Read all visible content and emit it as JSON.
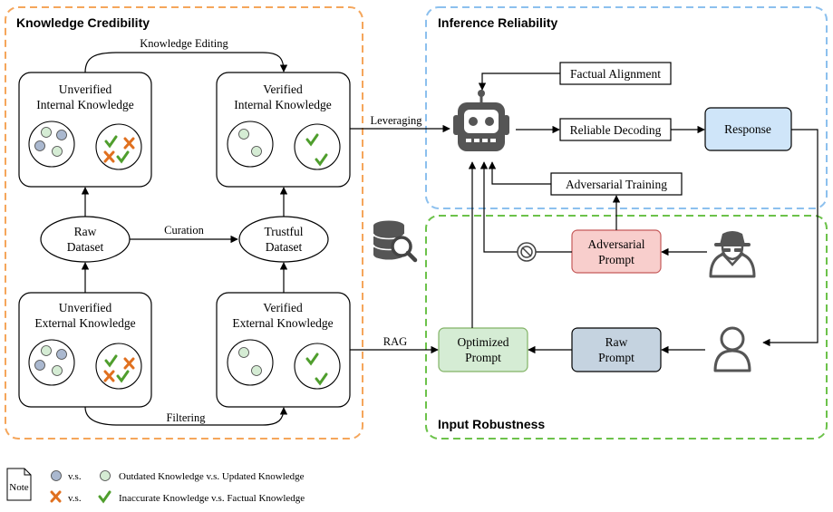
{
  "sections": {
    "knowledge": "Knowledge Credibility",
    "inference": "Inference Reliability",
    "input": "Input Robustness"
  },
  "nodes": {
    "unverified_internal": [
      "Unverified",
      "Internal Knowledge"
    ],
    "verified_internal": [
      "Verified",
      "Internal Knowledge"
    ],
    "raw_dataset": [
      "Raw",
      "Dataset"
    ],
    "trustful_dataset": [
      "Trustful",
      "Dataset"
    ],
    "unverified_external": [
      "Unverified",
      "External Knowledge"
    ],
    "verified_external": [
      "Verified",
      "External Knowledge"
    ],
    "factual_alignment": "Factual Alignment",
    "reliable_decoding": "Reliable Decoding",
    "response": "Response",
    "adversarial_training": "Adversarial Training",
    "adversarial_prompt": [
      "Adversarial",
      "Prompt"
    ],
    "raw_prompt": [
      "Raw",
      "Prompt"
    ],
    "optimized_prompt": [
      "Optimized",
      "Prompt"
    ]
  },
  "edges": {
    "knowledge_editing": "Knowledge Editing",
    "curation": "Curation",
    "filtering": "Filtering",
    "leveraging": "Leveraging",
    "rag": "RAG"
  },
  "legend": {
    "note": "Note",
    "vs": "v.s.",
    "row1": "Outdated Knowledge v.s. Updated Knowledge",
    "row2": "Inaccurate Knowledge v.s. Factual Knowledge"
  },
  "colors": {
    "orange_dash": "#f5a65b",
    "blue_dash": "#8cc0ee",
    "green_dash": "#6cc24a",
    "response_fill": "#cfe5f9",
    "adversarial_fill": "#f8cecc",
    "adversarial_stroke": "#c55a5a",
    "raw_prompt_fill": "#c5d3e0",
    "optimized_fill": "#d5ecd4",
    "optimized_stroke": "#82b366",
    "outdated_dot": "#aab8cf",
    "updated_dot": "#d5ecd4",
    "check_green": "#4f9e2d",
    "cross_orange": "#e0701f"
  },
  "icons": [
    "robot-icon",
    "database-search-icon",
    "hacker-icon",
    "user-icon",
    "no-entry-icon",
    "note-icon"
  ]
}
